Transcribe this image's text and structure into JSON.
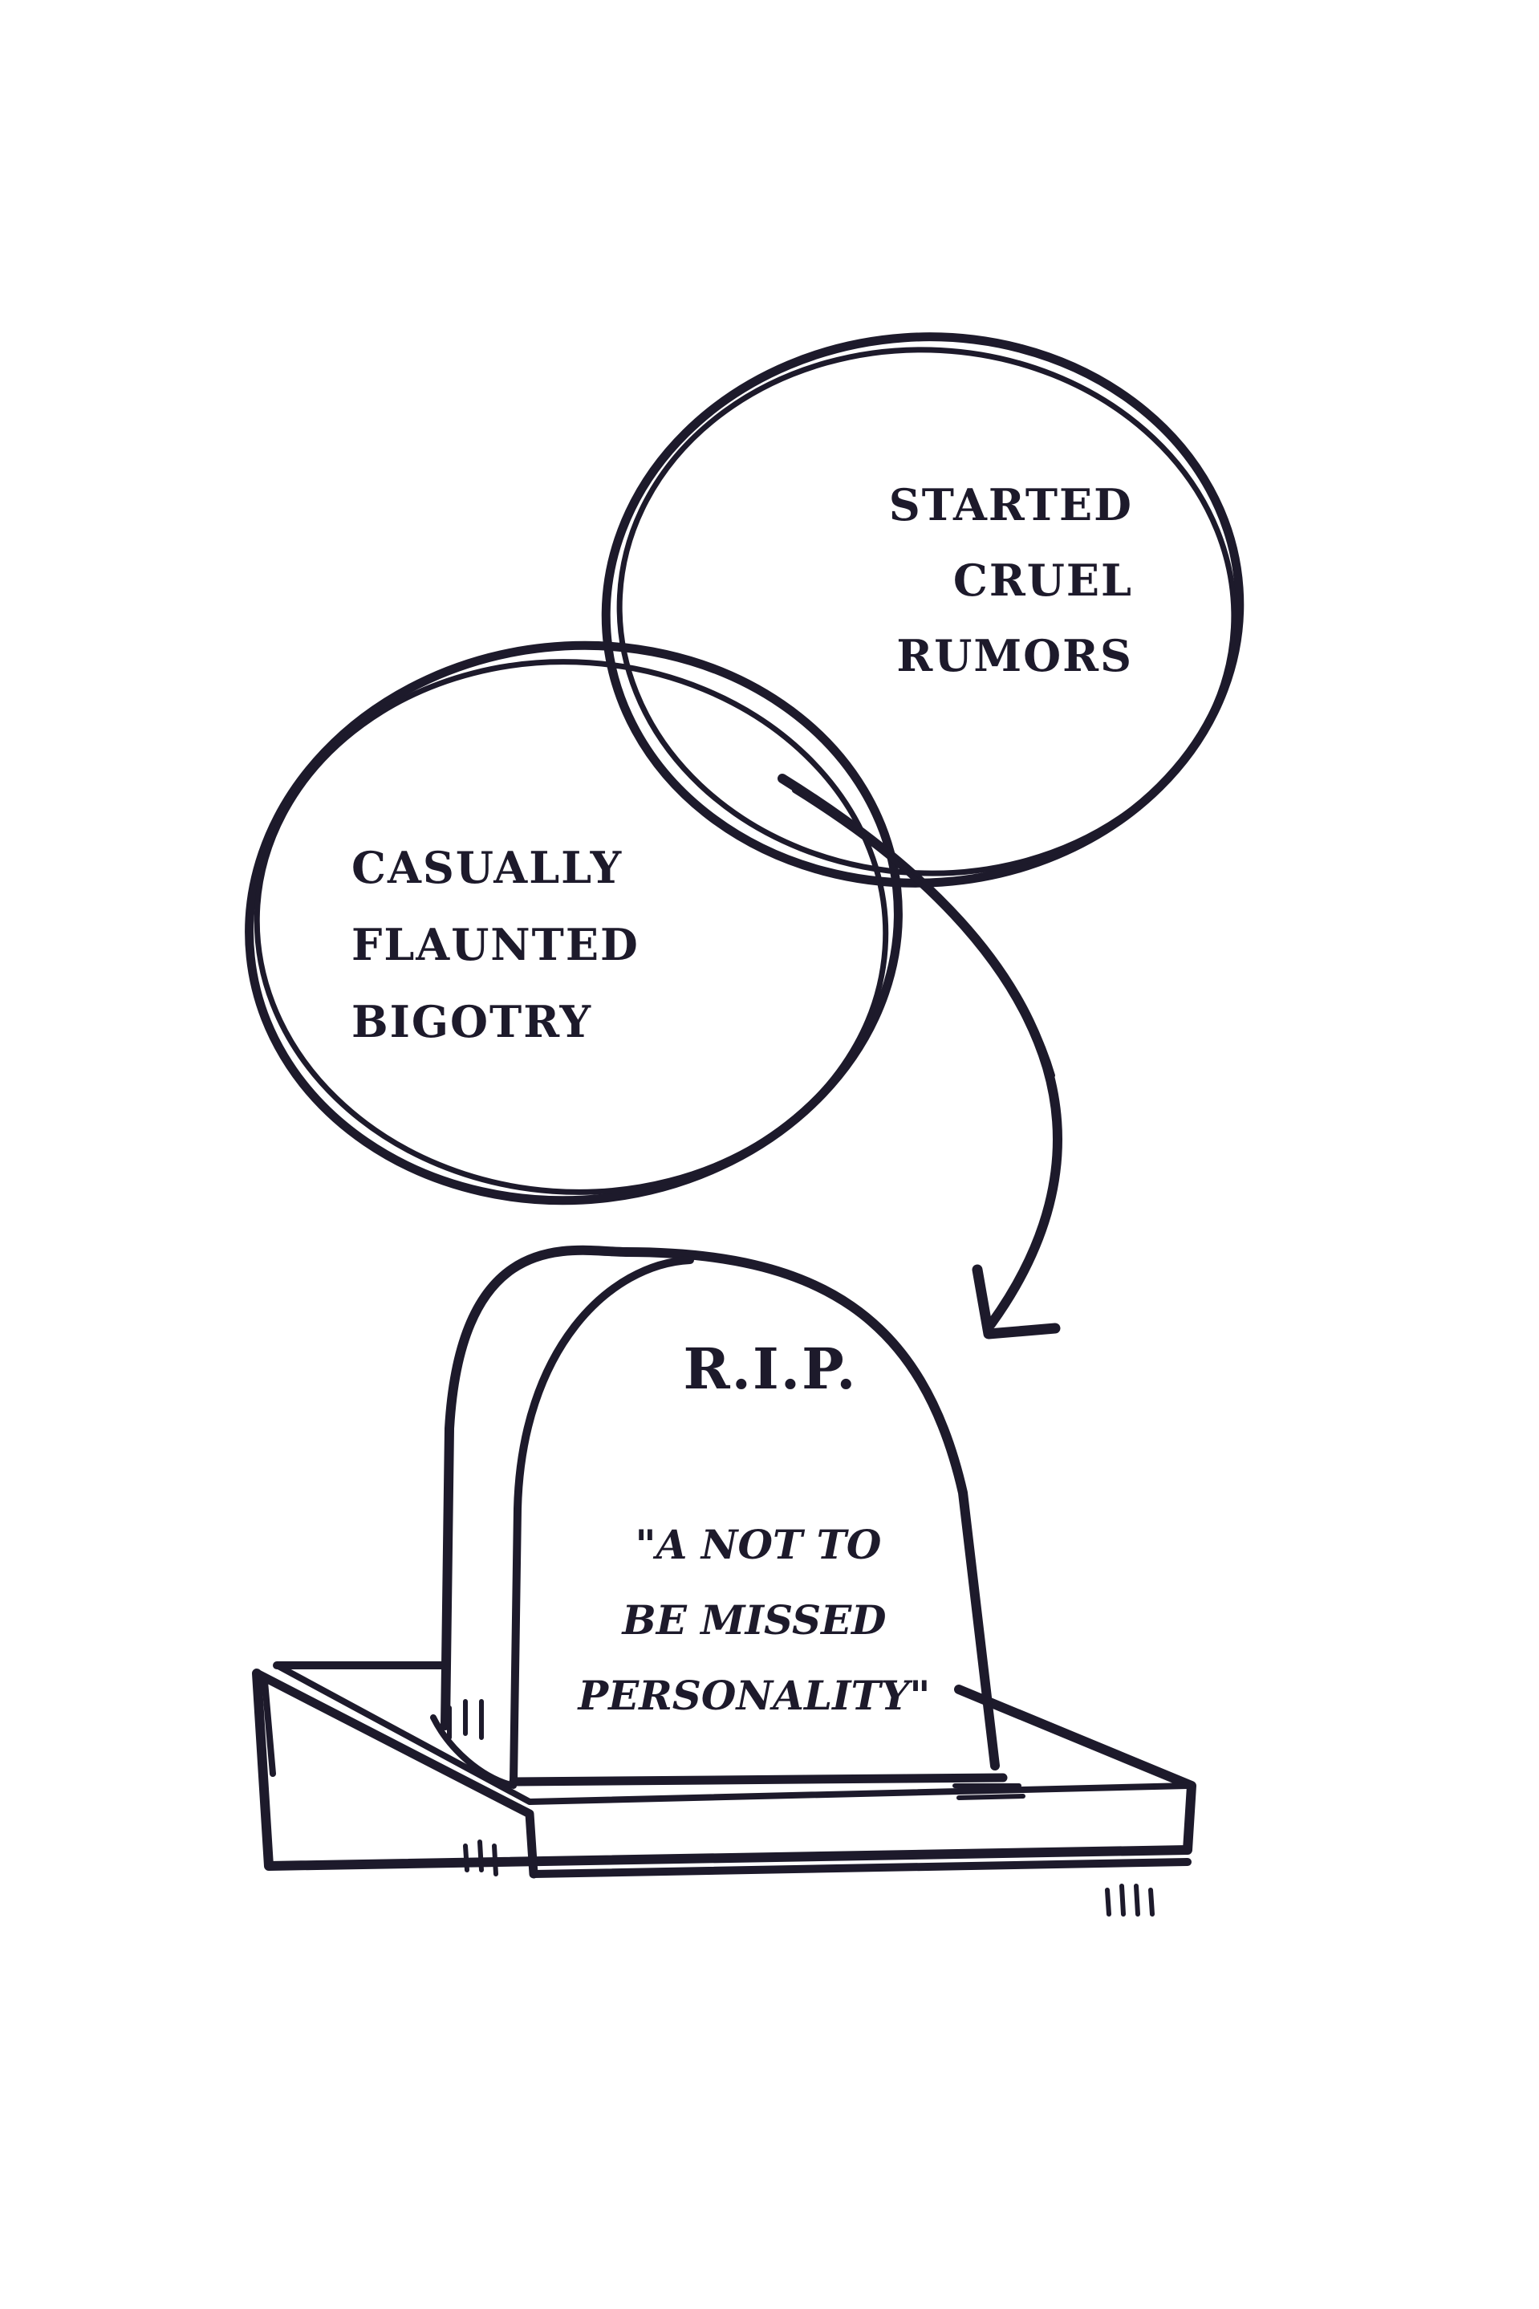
{
  "circles": {
    "right": {
      "lines": [
        "STARTED",
        "CRUEL",
        "RUMORS"
      ]
    },
    "left": {
      "lines": [
        "CASUALLY",
        "FLAUNTED",
        "BIGOTRY"
      ]
    }
  },
  "tombstone": {
    "heading": "R.I.P.",
    "epitaph_lines": [
      "\"A NOT TO",
      "BE MISSED",
      "PERSONALITY\""
    ]
  },
  "colors": {
    "ink": "#1d1a2b",
    "paper": "#ffffff"
  }
}
